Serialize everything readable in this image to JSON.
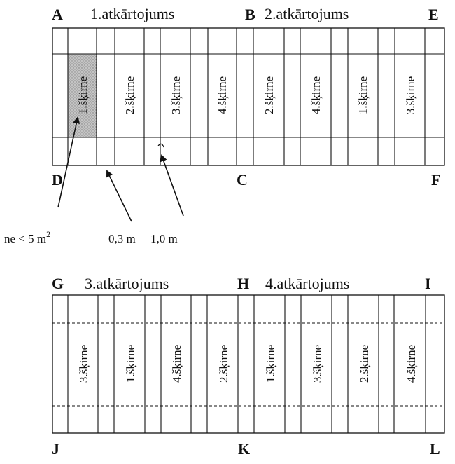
{
  "top_field": {
    "corners": {
      "A": "A",
      "B": "B",
      "E": "E",
      "D": "D",
      "C": "C",
      "F": "F"
    },
    "replication_1": "1.atkārtojums",
    "replication_2": "2.atkārtojums",
    "plots": [
      "1.šķirne",
      "2.šķirne",
      "3.šķirne",
      "4.šķirne",
      "2.šķirne",
      "4.šķirne",
      "1.šķirne",
      "3.šķirne"
    ],
    "highlight_color": "#b9b9b9"
  },
  "annotations": {
    "plot_area": "ne < 5 m",
    "plot_area_exp": "2",
    "gap_width": "0,3 m",
    "border_width": "1,0 m"
  },
  "bottom_field": {
    "corners": {
      "G": "G",
      "H": "H",
      "I": "I",
      "J": "J",
      "K": "K",
      "L": "L"
    },
    "replication_3": "3.atkārtojums",
    "replication_4": "4.atkārtojums",
    "plots": [
      "3.šķirne",
      "1.šķirne",
      "4.šķirne",
      "2.šķirne",
      "1.šķirne",
      "3.šķirne",
      "2.šķirne",
      "4.šķirne"
    ]
  }
}
